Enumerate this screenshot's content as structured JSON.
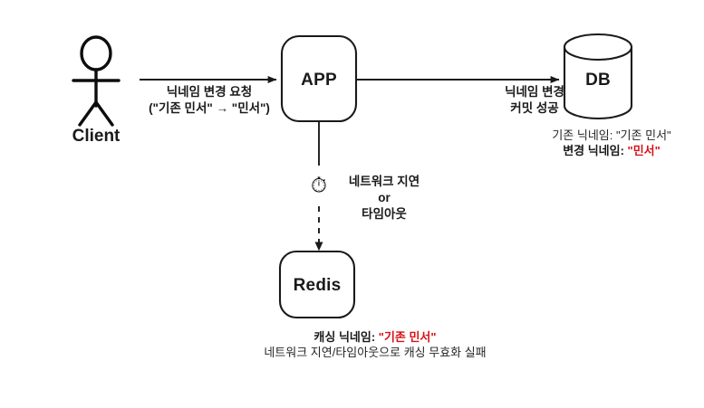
{
  "diagram": {
    "type": "flow-diagram",
    "background": "#ffffff",
    "accent_red": "#d81217",
    "line_color": "#1a1a1a",
    "nodes": [
      {
        "id": "client",
        "label": "Client",
        "shape": "stick-figure"
      },
      {
        "id": "app",
        "label": "APP",
        "shape": "rounded-rect"
      },
      {
        "id": "db",
        "label": "DB",
        "shape": "cylinder"
      },
      {
        "id": "redis",
        "label": "Redis",
        "shape": "rounded-rect"
      }
    ],
    "edges": [
      {
        "id": "client-to-app",
        "from": "client",
        "to": "app",
        "style": "solid",
        "label_line1": "닉네임 변경 요청",
        "label_line2": "(\"기존 민서\" → \"민서\")"
      },
      {
        "id": "app-to-db",
        "from": "app",
        "to": "db",
        "style": "solid",
        "label_line1": "닉네임 변경",
        "label_line2": "커밋 성공"
      },
      {
        "id": "app-to-redis",
        "from": "app",
        "to": "redis",
        "style": "dashed",
        "icon": "stopwatch-icon",
        "icon_glyph": "⏱",
        "label_line1": "네트워크 지연",
        "label_line2": "or",
        "label_line3": "타임아웃"
      }
    ],
    "notes": {
      "db": {
        "line1": "기존 닉네임: \"기존 민서\"",
        "line2_prefix": "변경 닉네임: ",
        "line2_value": "\"민서\""
      },
      "redis": {
        "line1_prefix": "캐싱 닉네임: ",
        "line1_value": "\"기존 민서\"",
        "line2": "네트워크 지연/타임아웃으로 캐싱 무효화 실패"
      }
    }
  }
}
